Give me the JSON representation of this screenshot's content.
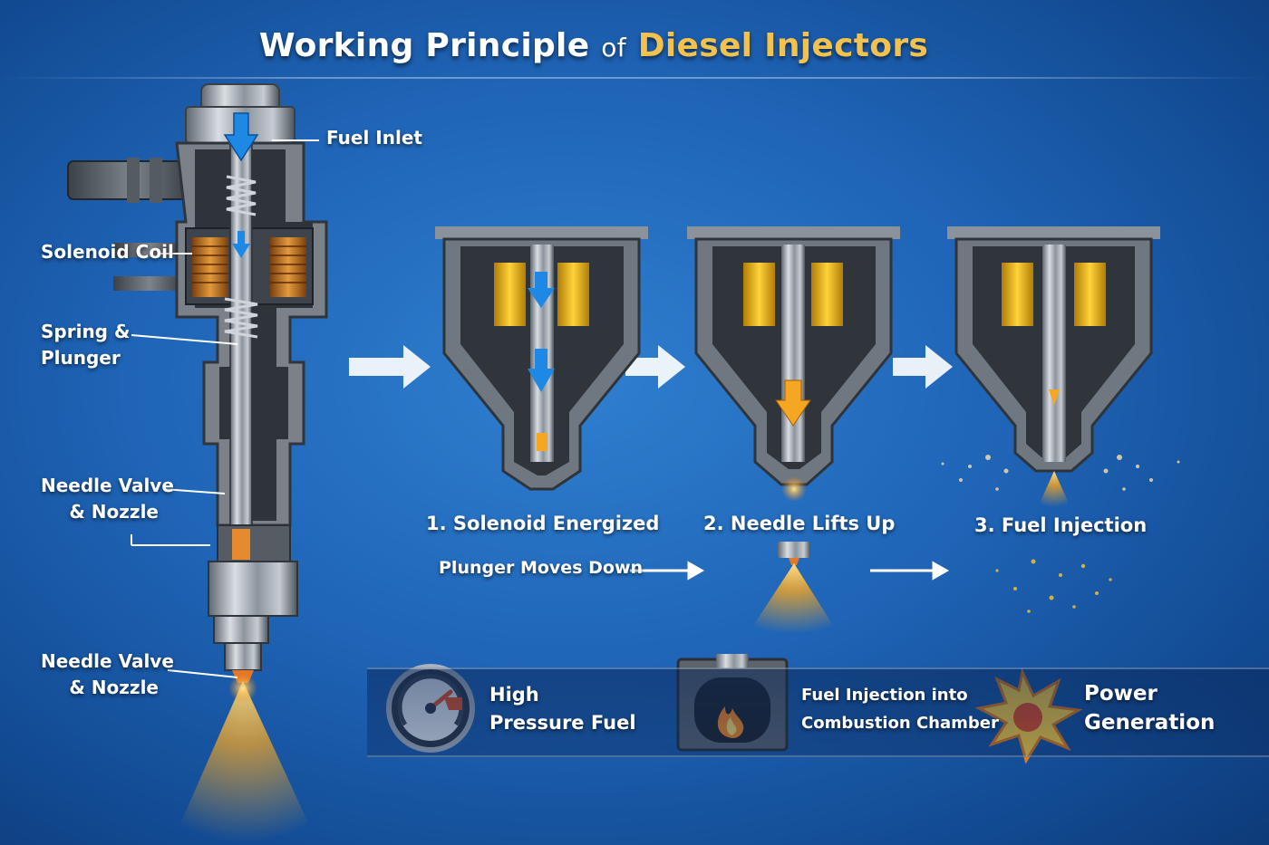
{
  "title": {
    "main": "Working Principle",
    "of": "of",
    "accent": "Diesel Injectors"
  },
  "labels": {
    "fuel_inlet": "Fuel Inlet",
    "solenoid_coil": "Solenoid Coil",
    "spring_plunger_1": "Spring &",
    "spring_plunger_2": "Plunger",
    "needle_valve_a_1": "Needle Valve",
    "needle_valve_a_2": "& Nozzle",
    "needle_valve_b_1": "Needle Valve",
    "needle_valve_b_2": "& Nozzle"
  },
  "stages": [
    {
      "caption": "1. Solenoid Energized",
      "sub": "Plunger Moves Down"
    },
    {
      "caption": "2. Needle Lifts Up"
    },
    {
      "caption": "3. Fuel Injection"
    }
  ],
  "bottom": {
    "pressure_1": "High",
    "pressure_2": "Pressure Fuel",
    "combustion_1": "Fuel Injection into",
    "combustion_2": "Combustion Chamber",
    "power_1": "Power",
    "power_2": "Generation"
  },
  "colors": {
    "accent": "#f2c14e",
    "fuel_arrow": "#1e88e5",
    "spray": "#f5a623",
    "coil": "#c6771f",
    "metal": "#9aa3ad"
  },
  "icons": [
    "pressure-gauge-icon",
    "combustion-chamber-icon",
    "explosion-icon"
  ]
}
